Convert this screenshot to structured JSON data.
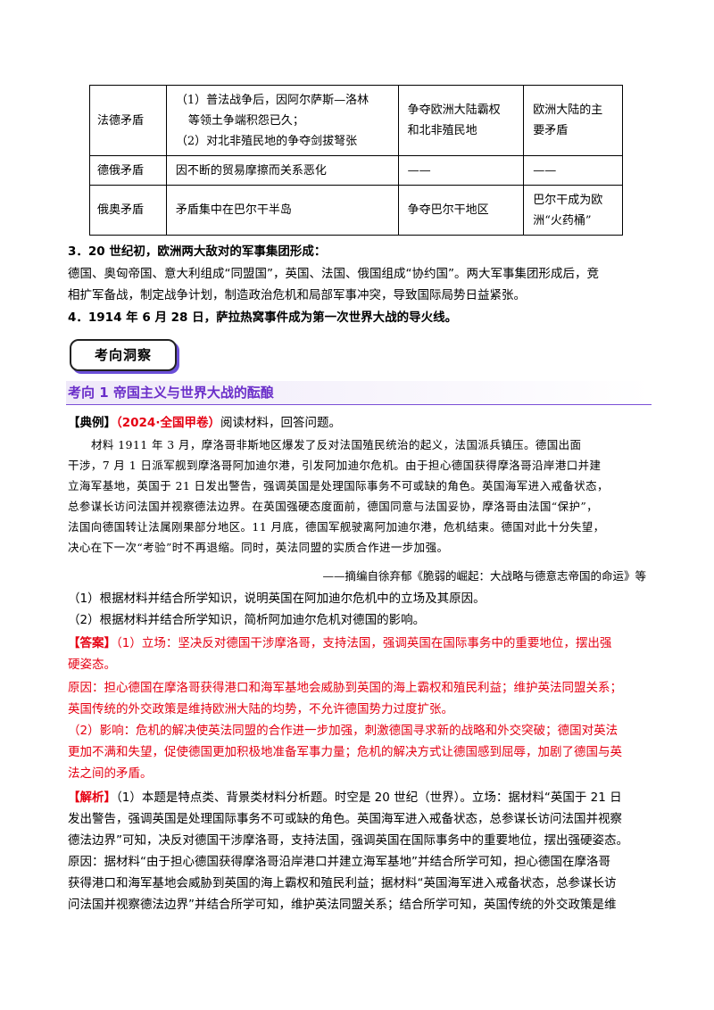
{
  "table": {
    "rows": [
      {
        "a": "法德矛盾",
        "b": [
          "（1）普法战争后，因阿尔萨斯—洛林",
          "等领土争端积怨已久；",
          "（2）对北非殖民地的争夺剑拔弩张"
        ],
        "c": [
          "争夺欧洲大陆霸权",
          "和北非殖民地"
        ],
        "d": [
          "欧洲大陆的主",
          "要矛盾"
        ]
      },
      {
        "a": "德俄矛盾",
        "b": [
          "因不断的贸易摩擦而关系恶化"
        ],
        "c": [
          "——"
        ],
        "d": [
          "——"
        ]
      },
      {
        "a": "俄奥矛盾",
        "b": [
          "矛盾集中在巴尔干半岛"
        ],
        "c": [
          "争夺巴尔干地区"
        ],
        "d": [
          "巴尔干成为欧",
          "洲“火药桶”"
        ]
      }
    ]
  },
  "points": {
    "p3_title": "3．20 世纪初，欧洲两大敌对的军事集团形成：",
    "p3_l1": "德国、奥匈帝国、意大利组成“同盟国”，英国、法国、俄国组成“协约国”。两大军事集团形成后，竞",
    "p3_l2": "相扩军备战，制定战争计划，制造政治危机和局部军事冲突，导致国际局势日益紧张。",
    "p4": "4．1914 年 6 月 28 日，萨拉热窝事件成为第一次世界大战的导火线。"
  },
  "badge": "考向洞察",
  "section": "考向 1  帝国主义与世界大战的酝酿",
  "example": {
    "tag": "【典例】",
    "source_tag": "（2024·全国甲卷）",
    "prompt": "阅读材料，回答问题。",
    "material": [
      "材料    1911 年 3 月，摩洛哥非斯地区爆发了反对法国殖民统治的起义，法国派兵镇压。德国出面",
      "干涉，7 月 1 日派军舰到摩洛哥阿加迪尔港，引发阿加迪尔危机。由于担心德国获得摩洛哥沿岸港口并建",
      "立海军基地，英国于 21 日发出警告，强调英国是处理国际事务不可或缺的角色。英国海军进入戒备状态，",
      "总参谋长访问法国并视察德法边界。在英国强硬态度面前，德国同意与法国妥协，摩洛哥由法国“保护”，",
      "法国向德国转让法属刚果部分地区。11 月底，德国军舰驶离阿加迪尔港，危机结束。德国对此十分失望，",
      "决心在下一次“考验”时不再退缩。同时，英法同盟的实质合作进一步加强。"
    ],
    "citation": "——摘编自徐弃郁《脆弱的崛起：大战略与德意志帝国的命运》等",
    "q1": "（1）根据材料并结合所学知识，说明英国在阿加迪尔危机中的立场及其原因。",
    "q2": "（2）根据材料并结合所学知识，简析阿加迪尔危机对德国的影响。"
  },
  "answer": {
    "tag": "【答案】",
    "l1": "（1）立场：坚决反对德国干涉摩洛哥，支持法国，强调英国在国际事务中的重要地位，摆出强",
    "l2": "硬姿态。",
    "l3": " 原因：担心德国在摩洛哥获得港口和海军基地会威胁到英国的海上霸权和殖民利益；维护英法同盟关系；",
    "l4": "英国传统的外交政策是维持欧洲大陆的均势，不允许德国势力过度扩张。",
    "l5": "（2）影响：危机的解决使英法同盟的合作进一步加强，刺激德国寻求新的战略和外交突破；德国对英法",
    "l6": "更加不满和失望，促使德国更加积极地准备军事力量；危机的解决方式让德国感到屈辱，加剧了德国与英",
    "l7": "法之间的矛盾。"
  },
  "analysis": {
    "tag": "【解析】",
    "l1": "（1）本题是特点类、背景类材料分析题。时空是 20 世纪（世界）。立场：据材料“英国于 21 日",
    "l2": "发出警告，强调英国是处理国际事务不可或缺的角色。英国海军进入戒备状态，总参谋长访问法国并视察",
    "l3": "德法边界”可知，决反对德国干涉摩洛哥，支持法国，强调英国在国际事务中的重要地位，摆出强硬姿态。",
    "l4": "原因：据材料“由于担心德国获得摩洛哥沿岸港口并建立海军基地”并结合所学可知，担心德国在摩洛哥",
    "l5": "获得港口和海军基地会威胁到英国的海上霸权和殖民利益；据材料“英国海军进入戒备状态，总参谋长访",
    "l6": "问法国并视察德法边界”并结合所学可知，维护英法同盟关系；结合所学可知，英国传统的外交政策是维"
  }
}
